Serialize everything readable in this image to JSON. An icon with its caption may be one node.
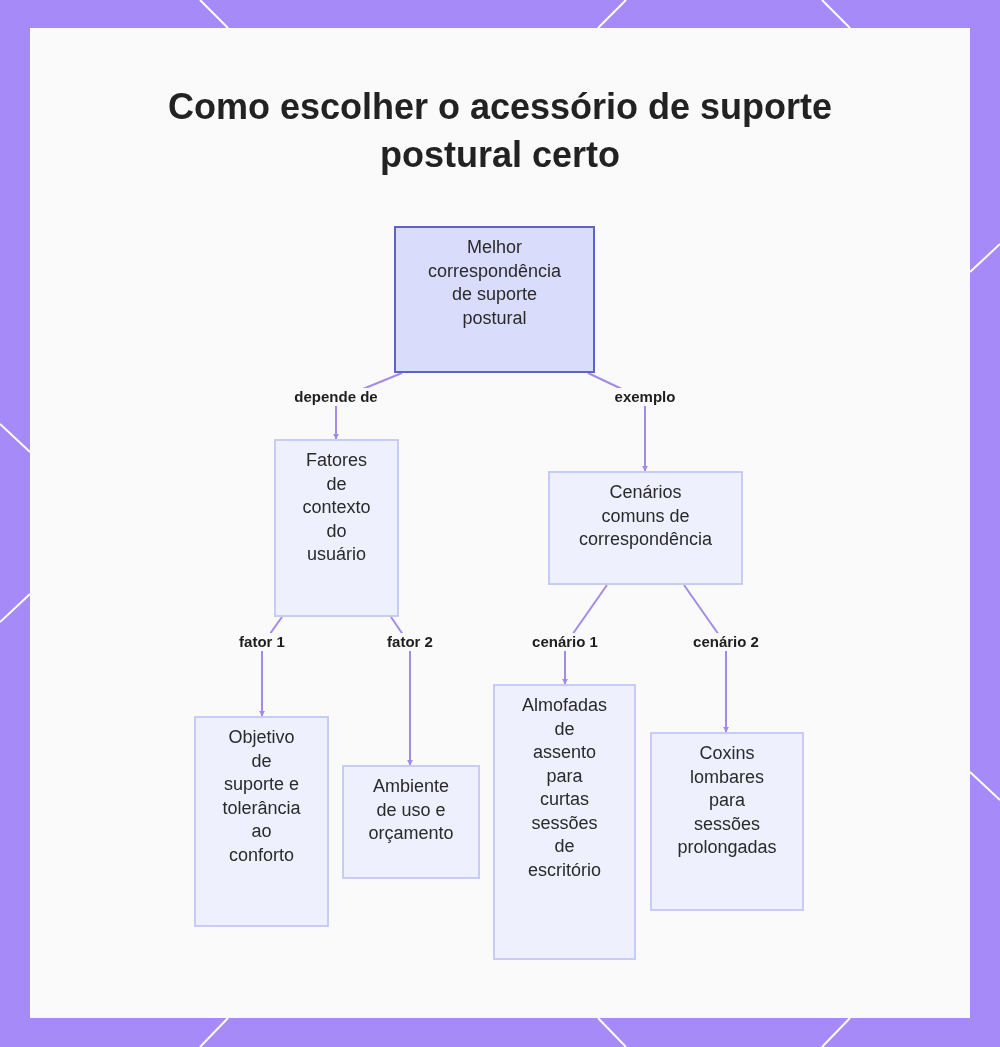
{
  "diagram": {
    "title": "Como escolher o acessório de suporte postural certo",
    "nodes": [
      {
        "text": [
          "Melhor correspondência de suporte postural"
        ]
      },
      {
        "text": [
          "Fatores de contexto do usuário"
        ]
      },
      {
        "text": [
          "Cenários comuns de correspondência"
        ]
      },
      {
        "text": [
          "Objetivo de suporte e tolerância ao conforto"
        ]
      },
      {
        "text": [
          "Ambiente de uso e orçamento"
        ]
      },
      {
        "text": [
          "Almofadas de assento para curtas sessões de escritório"
        ]
      },
      {
        "text": [
          "Coxins lombares para sessões prolongadas"
        ]
      }
    ],
    "edges": [
      {
        "from": 0,
        "to": 1,
        "arrow": "to",
        "label": "depende de"
      },
      {
        "from": 0,
        "to": 2,
        "arrow": "to",
        "label": "exemplo"
      },
      {
        "from": 1,
        "to": 3,
        "arrow": "to",
        "label": "fator 1"
      },
      {
        "from": 1,
        "to": 4,
        "arrow": "to",
        "label": "fator 2"
      },
      {
        "from": 2,
        "to": 5,
        "arrow": "to",
        "label": "cenário 1"
      },
      {
        "from": 2,
        "to": 6,
        "arrow": "to",
        "label": "cenário 2"
      }
    ]
  }
}
